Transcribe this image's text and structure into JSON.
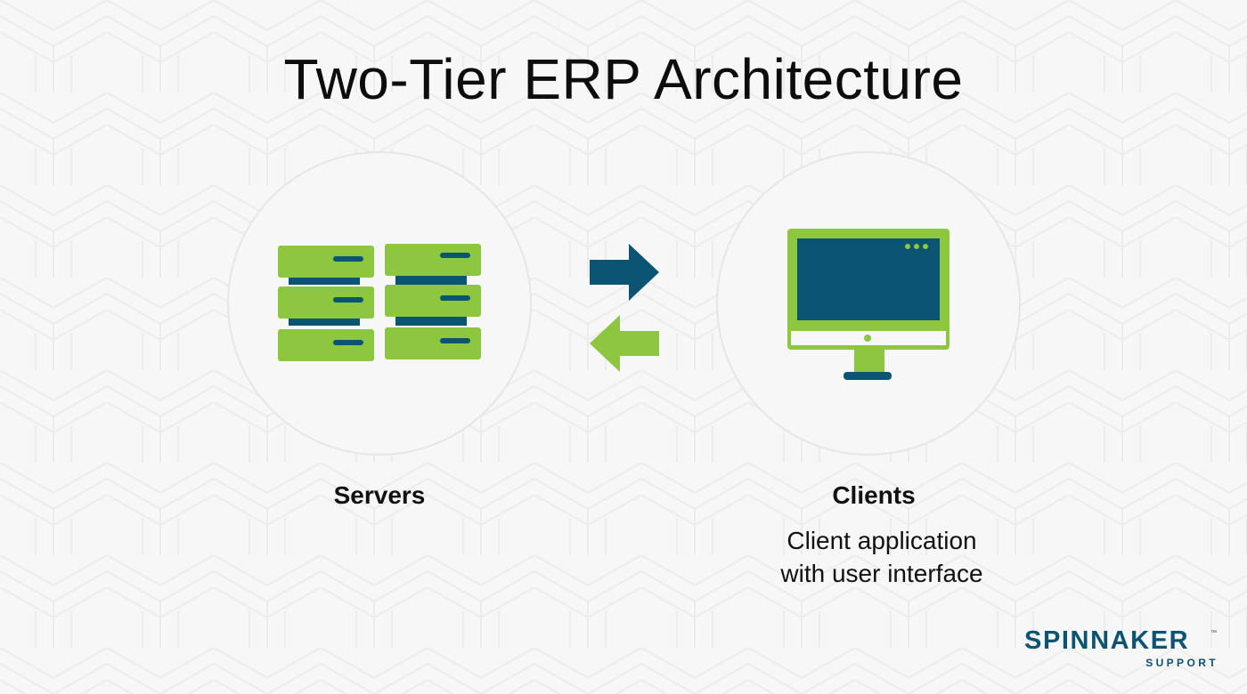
{
  "title": "Two-Tier ERP Architecture",
  "nodes": {
    "servers": {
      "label": "Servers",
      "icon": "server-rack-icon"
    },
    "clients": {
      "label": "Clients",
      "icon": "desktop-monitor-icon",
      "description_line1": "Client application",
      "description_line2": "with user interface"
    }
  },
  "arrows": {
    "to_client": {
      "icon": "arrow-right-icon",
      "color": "#0b5572"
    },
    "to_server": {
      "icon": "arrow-left-icon",
      "color": "#8dc63f"
    }
  },
  "logo": {
    "main": "SPINNAKER",
    "sub": "SUPPORT",
    "tm": "™"
  },
  "colors": {
    "accent_green": "#8dc63f",
    "accent_blue": "#0b5572",
    "background": "#f7f7f7"
  }
}
